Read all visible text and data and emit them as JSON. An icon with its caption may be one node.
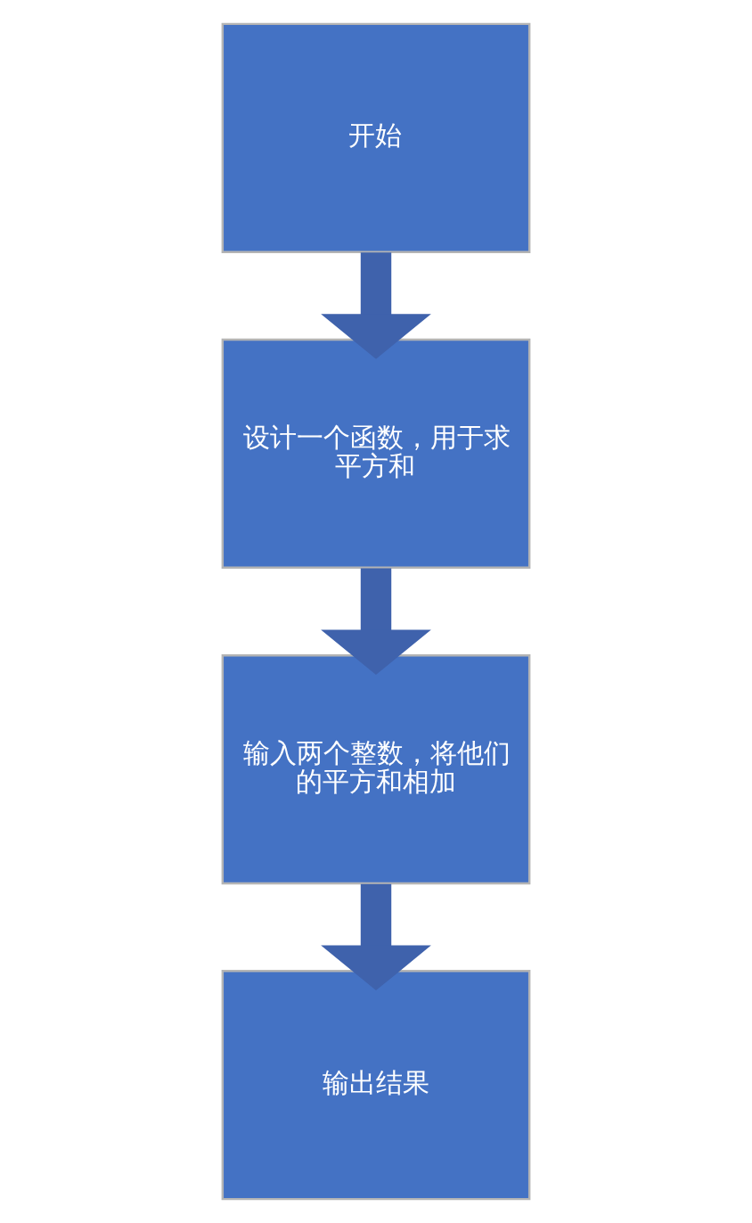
{
  "diagram": {
    "nodes": [
      {
        "text": [
          "开始"
        ]
      },
      {
        "text": [
          "设计一个函数，用于求平方和"
        ]
      },
      {
        "text": [
          "输入两个整数，将他们的平方和相加"
        ]
      },
      {
        "text": [
          "输出结果"
        ]
      }
    ],
    "edges": [
      {
        "from": 0,
        "to": 1,
        "arrow": "to"
      },
      {
        "from": 1,
        "to": 2,
        "arrow": "to"
      },
      {
        "from": 2,
        "to": 3,
        "arrow": "to"
      }
    ]
  }
}
